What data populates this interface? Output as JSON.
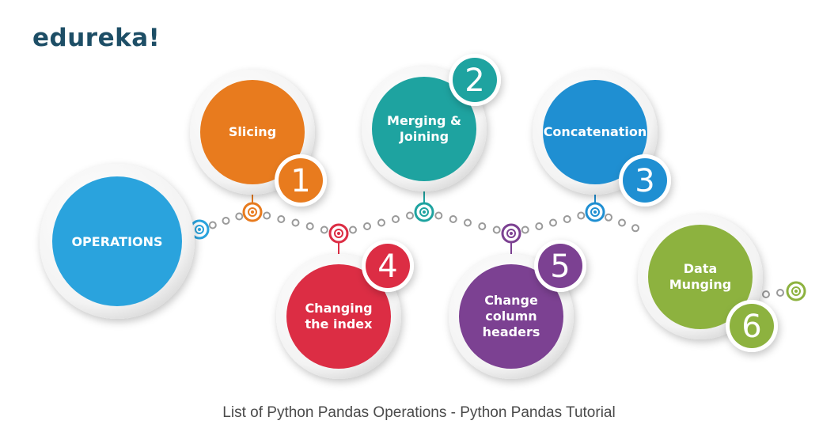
{
  "brand": "edureka!",
  "caption": "List of Python Pandas Operations - Python Pandas Tutorial",
  "center": {
    "label": "OPERATIONS",
    "color": "#2aa3dd"
  },
  "operations": [
    {
      "number": "1",
      "lines": [
        "Slicing"
      ],
      "color": "#e87b1e"
    },
    {
      "number": "2",
      "lines": [
        "Merging &",
        "Joining"
      ],
      "color": "#1ea3a0"
    },
    {
      "number": "3",
      "lines": [
        "Concatenation"
      ],
      "color": "#1f8fd2"
    },
    {
      "number": "4",
      "lines": [
        "Changing",
        "the index"
      ],
      "color": "#dc2d44"
    },
    {
      "number": "5",
      "lines": [
        "Change",
        "column",
        "headers"
      ],
      "color": "#7c4192"
    },
    {
      "number": "6",
      "lines": [
        "Data",
        "Munging"
      ],
      "color": "#8db23f"
    }
  ]
}
